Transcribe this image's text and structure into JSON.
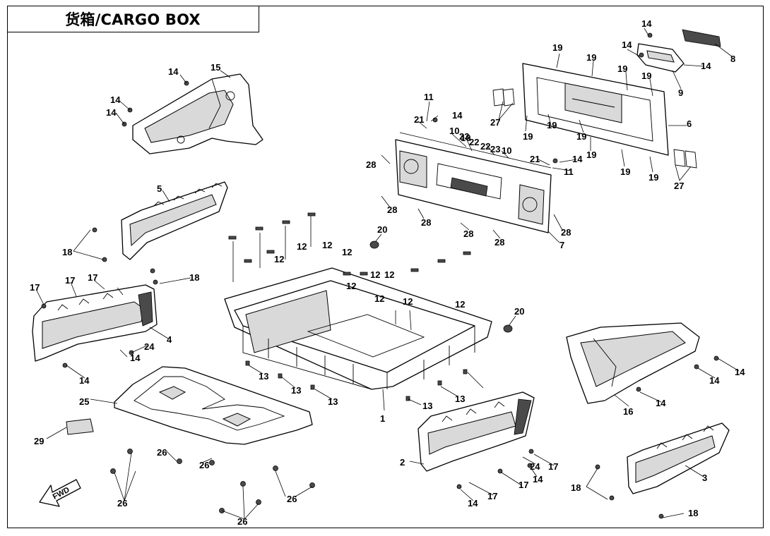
{
  "title": "货箱/CARGO BOX",
  "fwd_label": "FWD",
  "callouts": {
    "c1": "1",
    "c2": "2",
    "c3": "3",
    "c4": "4",
    "c5": "5",
    "c6": "6",
    "c7": "7",
    "c8": "8",
    "c9": "9",
    "c10a": "10",
    "c10b": "10",
    "c10c": "10",
    "c11a": "11",
    "c11b": "11",
    "c12a": "12",
    "c12b": "12",
    "c12c": "12",
    "c12d": "12",
    "c12e": "12",
    "c12f": "12",
    "c12g": "12",
    "c12h": "12",
    "c12i": "12",
    "c12j": "12",
    "c13a": "13",
    "c13b": "13",
    "c13c": "13",
    "c13d": "13",
    "c13e": "13",
    "c14a": "14",
    "c14b": "14",
    "c14c": "14",
    "c14d": "14",
    "c14e": "14",
    "c14f": "14",
    "c14g": "14",
    "c14h": "14",
    "c14i": "14",
    "c14j": "14",
    "c14k": "14",
    "c14l": "14",
    "c14m": "14",
    "c14n": "14",
    "c14o": "14",
    "c15": "15",
    "c16": "16",
    "c17a": "17",
    "c17b": "17",
    "c17c": "17",
    "c17d": "17",
    "c17e": "17",
    "c17f": "17",
    "c18a": "18",
    "c18b": "18",
    "c18c": "18",
    "c18d": "18",
    "c19a": "19",
    "c19b": "19",
    "c19c": "19",
    "c19d": "19",
    "c19e": "19",
    "c19f": "19",
    "c19g": "19",
    "c19h": "19",
    "c19i": "19",
    "c19j": "19",
    "c20a": "20",
    "c20b": "20",
    "c21a": "21",
    "c21b": "21",
    "c22a": "22",
    "c22b": "22",
    "c23a": "23",
    "c23b": "23",
    "c24a": "24",
    "c24b": "24",
    "c25": "25",
    "c26a": "26",
    "c26b": "26",
    "c26c": "26",
    "c26d": "26",
    "c26e": "26",
    "c27a": "27",
    "c27b": "27",
    "c28a": "28",
    "c28b": "28",
    "c28c": "28",
    "c28d": "28",
    "c28e": "28",
    "c28f": "28",
    "c29": "29"
  }
}
